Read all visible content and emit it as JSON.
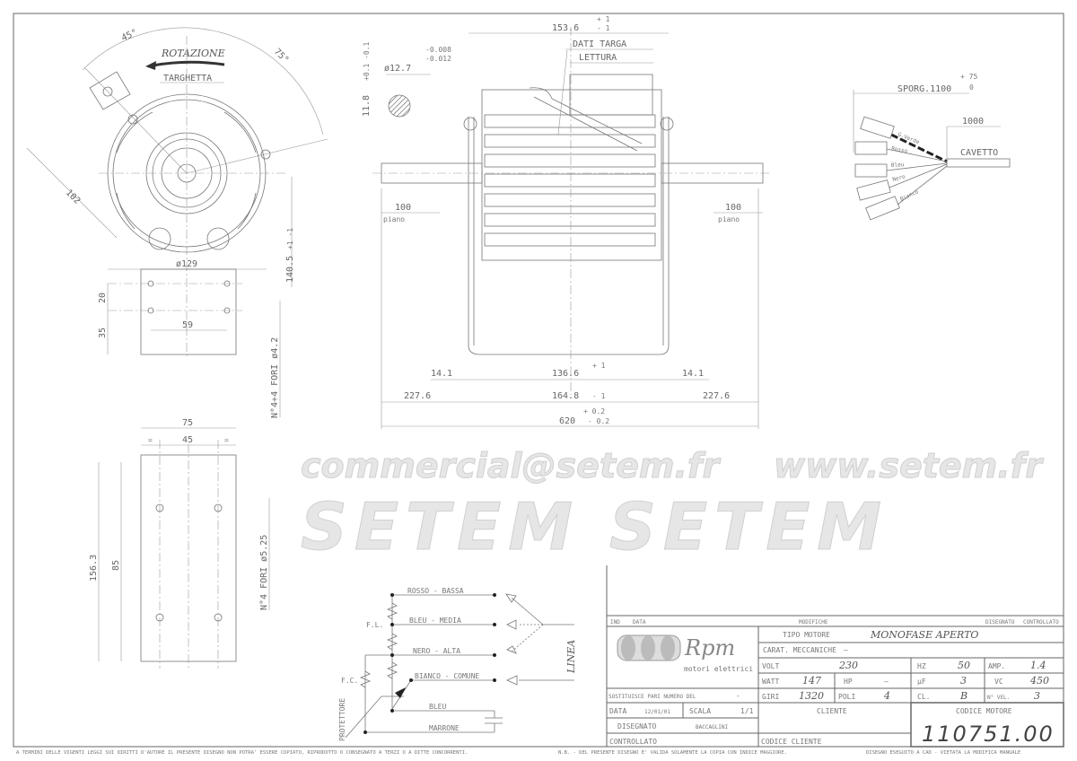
{
  "front_view": {
    "angle_left": "45°",
    "angle_right": "75°",
    "rotation_label": "ROTAZIONE",
    "nameplate_label": "TARGHETTA",
    "dim_102": "102",
    "dim_diameter": "ø129",
    "dim_height": "140.5",
    "dim_height_tol": "+1 -1"
  },
  "upper_bracket": {
    "dim_20": "20",
    "dim_35": "35",
    "dim_59": "59",
    "holes_note": "N°4+4 FORI ø4.2"
  },
  "lower_bracket": {
    "dim_75": "75",
    "dim_45": "45",
    "equal_mark": "=",
    "dim_156": "156.3",
    "dim_85": "85",
    "holes_note": "N°4 FORI ø5.25"
  },
  "shaft_detail": {
    "diameter": "ø12.7",
    "tol_upper": "-0.008",
    "tol_lower": "-0.012",
    "flat": "11.8",
    "flat_tol": "+0.1 -0.1"
  },
  "side_view": {
    "dim_width": "153.6",
    "dim_width_tol_plus": "+ 1",
    "dim_width_tol_minus": "- 1",
    "nameplate_data": "DATI TARGA",
    "reading": "LETTURA",
    "flat_len_left": "100",
    "flat_len_right": "100",
    "flat_label": "piano",
    "dim_14_left": "14.1",
    "dim_14_right": "14.1",
    "dim_136": "136.6",
    "dim_164": "164.8",
    "dim_227_left": "227.6",
    "dim_227_right": "227.6",
    "dim_620": "620",
    "tol_1": "+ 1",
    "tol_m1": "- 1",
    "tol_02": "+ 0.2",
    "tol_m02": "- 0.2"
  },
  "cable_detail": {
    "protrusion": "SPORG.1100",
    "protrusion_tol_plus": "+ 75",
    "protrusion_tol_zero": "0",
    "cable_len": "1000",
    "cable_label": "CAVETTO",
    "wires": [
      "G.Verde",
      "Rosso",
      "Bleu",
      "Nero",
      "Bianco"
    ]
  },
  "wiring": {
    "lines": [
      "ROSSO - BASSA",
      "BLEU - MEDIA",
      "NERO - ALTA",
      "BIANCO - COMUNE",
      "BLEU",
      "MARRONE"
    ],
    "fl": "F.L.",
    "fc": "F.C.",
    "protector": "PROTETTORE",
    "line": "LINEA"
  },
  "title_block": {
    "header": {
      "ind": "IND",
      "data": "DATA",
      "modifiche": "MODIFICHE",
      "disegnato": "DISEGNATO",
      "controllato": "CONTROLLATO"
    },
    "logo": {
      "brand": "Rpm",
      "subtitle": "motori elettrici"
    },
    "tipo_motore_label": "TIPO MOTORE",
    "tipo_motore": "MONOFASE APERTO",
    "carat_label": "CARAT. MECCANICHE",
    "carat_value": "—",
    "volt_label": "VOLT",
    "volt": "230",
    "hz_label": "HZ",
    "hz": "50",
    "amp_label": "AMP.",
    "amp": "1.4",
    "watt_label": "WATT",
    "watt": "147",
    "hp_label": "HP",
    "hp": "—",
    "uf_label": "µF",
    "uf": "3",
    "vc_label": "VC",
    "vc": "450",
    "giri_label": "GIRI",
    "giri": "1320",
    "poli_label": "POLI",
    "poli": "4",
    "cl_label": "CL.",
    "cl": "B",
    "nvel_label": "N° VEL.",
    "nvel": "3",
    "sostituisce_label": "SOSTITUISCE PARI NUMERO DEL",
    "sostituisce": "-",
    "data_label": "DATA",
    "data": "12/01/01",
    "scala_label": "SCALA",
    "scala": "1/1",
    "disegnato_label": "DISEGNATO",
    "disegnato": "BACCAGLINI",
    "controllato_label": "CONTROLLATO",
    "cliente_label": "CLIENTE",
    "codice_cliente_label": "CODICE CLIENTE",
    "codice_motore_label": "CODICE MOTORE",
    "codice_motore": "110751.00"
  },
  "footer": {
    "copyright": "A TERMINI DELLE VIGENTI LEGGI SUI DIRITTI D'AUTORE IL PRESENTE DISEGNO NON POTRA' ESSERE COPIATO, RIPRODOTTO O CONSEGNATO A TERZI O A DITTE CONCORRENTI.",
    "validity": "N.B. - DEL PRESENTE DISEGNO E' VALIDA SOLAMENTE LA COPIA CON INDICE MAGGIORE.",
    "cad": "DISEGNO ESEGUITO A CAD - VIETATA LA MODIFICA MANUALE"
  },
  "watermark": {
    "url": "www.setem.fr",
    "brand": "SETEM SETEM",
    "email": "commercial@setem.fr"
  }
}
